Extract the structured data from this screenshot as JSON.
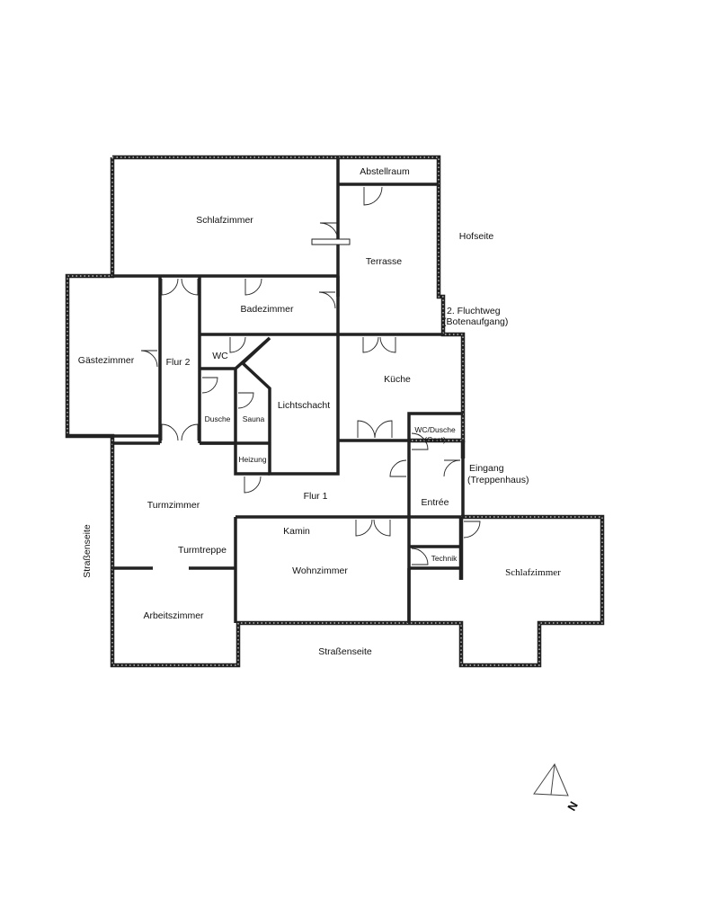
{
  "rooms": {
    "abstellraum": "Abstellraum",
    "schlafzimmer_top": "Schlafzimmer",
    "terrasse": "Terrasse",
    "badezimmer": "Badezimmer",
    "gaestezimmer": "Gästezimmer",
    "flur2": "Flur 2",
    "wc": "WC",
    "dusche": "Dusche",
    "sauna": "Sauna",
    "lichtschacht": "Lichtschacht",
    "heizung": "Heizung",
    "kueche": "Küche",
    "wc_dusche_line1": "WC/Dusche",
    "wc_dusche_line2": "(Gast)",
    "turmzimmer": "Turmzimmer",
    "flur1": "Flur 1",
    "entree": "Entrée",
    "kamin": "Kamin",
    "turmtreppe": "Turmtreppe",
    "wohnzimmer": "Wohnzimmer",
    "technik": "Technik",
    "schlafzimmer_right": "Schlafzimmer",
    "arbeitszimmer": "Arbeitszimmer"
  },
  "annotations": {
    "hofseite": "Hofseite",
    "fluchtweg_line1": "2. Fluchtweg",
    "fluchtweg_line2": "(Botenaufgang)",
    "eingang_line1": "Eingang",
    "eingang_line2": "(Treppenhaus)",
    "strassenseite_bottom": "Straßenseite",
    "strassenseite_left": "Straßenseite"
  },
  "north_arrow": {
    "icon": "north-arrow-icon",
    "letter": "N"
  }
}
